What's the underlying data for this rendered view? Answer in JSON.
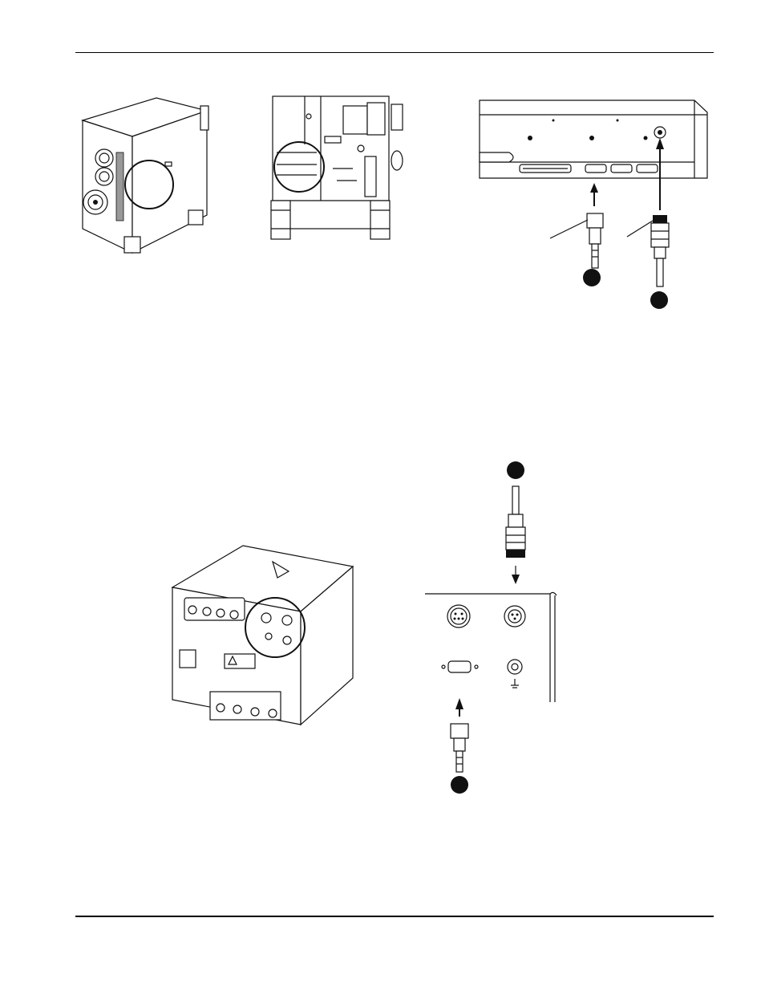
{
  "page": {
    "header_rule": "top",
    "footer_rule": "bottom"
  },
  "figures": [
    {
      "id": "cabinet-rear",
      "description_icon": "power-supply-cabinet"
    },
    {
      "id": "cabinet-open",
      "description_icon": "power-supply-interior"
    },
    {
      "id": "control-board-panel",
      "description_icon": "board-connectors"
    },
    {
      "id": "gas-console",
      "description_icon": "gas-console-unit"
    },
    {
      "id": "gas-console-panel",
      "description_icon": "console-connectors"
    }
  ],
  "callouts": [
    {
      "id": "callout-a",
      "label": ""
    },
    {
      "id": "callout-b",
      "label": ""
    },
    {
      "id": "callout-c",
      "label": ""
    },
    {
      "id": "callout-d",
      "label": ""
    }
  ],
  "colors": {
    "line": "#111111",
    "background": "#ffffff"
  }
}
